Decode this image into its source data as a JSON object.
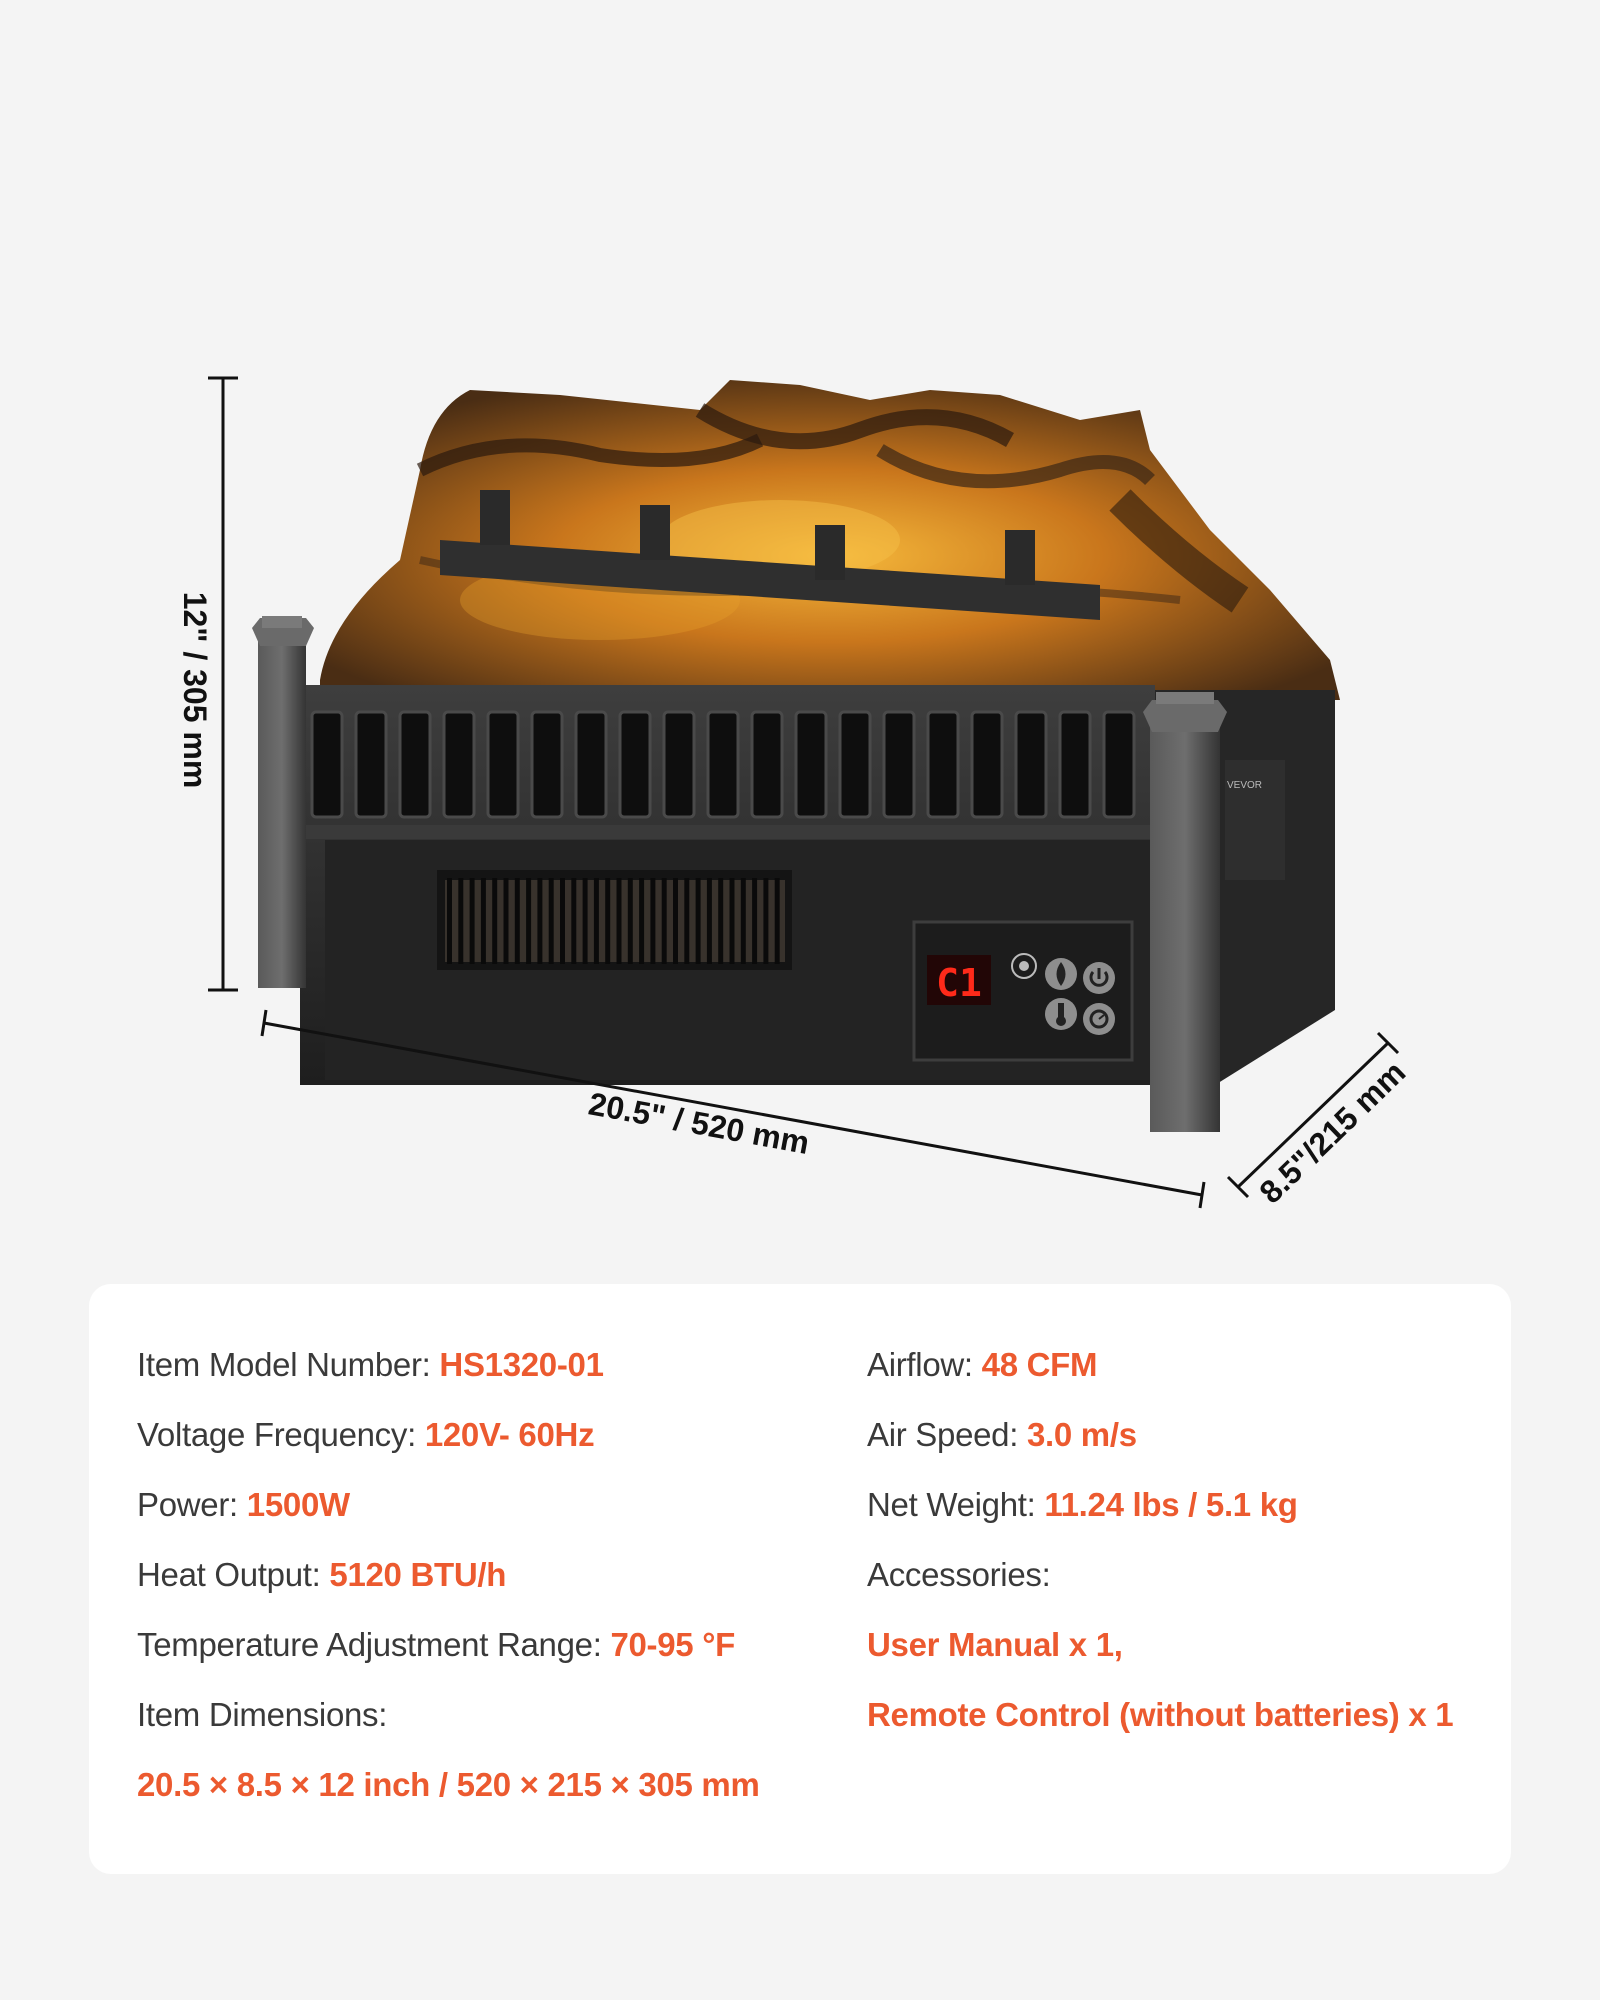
{
  "dimensions": {
    "height": "12\" / 305 mm",
    "width": "20.5\" / 520 mm",
    "depth": "8.5\"/215 mm"
  },
  "product": {
    "brand_badge": "VEVOR",
    "display_readout": "C1",
    "control_icons": [
      "brightness-icon",
      "flame-icon",
      "power-icon",
      "thermometer-icon",
      "timer-icon"
    ]
  },
  "specs": {
    "left": [
      {
        "label": "Item Model Number: ",
        "value": "HS1320-01"
      },
      {
        "label": "Voltage Frequency: ",
        "value": "120V- 60Hz"
      },
      {
        "label": "Power: ",
        "value": "1500W"
      },
      {
        "label": "Heat Output: ",
        "value": "5120 BTU/h"
      },
      {
        "label": "Temperature Adjustment Range: ",
        "value": "70-95 °F"
      },
      {
        "label": "Item Dimensions:",
        "value": ""
      },
      {
        "label": "",
        "value": "20.5 × 8.5 × 12 inch / 520 × 215 × 305 mm"
      }
    ],
    "right": [
      {
        "label": "Airflow: ",
        "value": "48 CFM"
      },
      {
        "label": "Air Speed:  ",
        "value": "3.0 m/s"
      },
      {
        "label": "Net Weight: ",
        "value": "11.24 lbs / 5.1 kg"
      },
      {
        "label": "Accessories:",
        "value": ""
      },
      {
        "label": "",
        "value": "User Manual x 1,"
      },
      {
        "label": "",
        "value": "Remote Control (without batteries) x 1"
      }
    ]
  },
  "colors": {
    "accent": "#ec5a2f",
    "label_text": "#3a3a3a",
    "background": "#f4f4f4",
    "card": "#ffffff"
  }
}
